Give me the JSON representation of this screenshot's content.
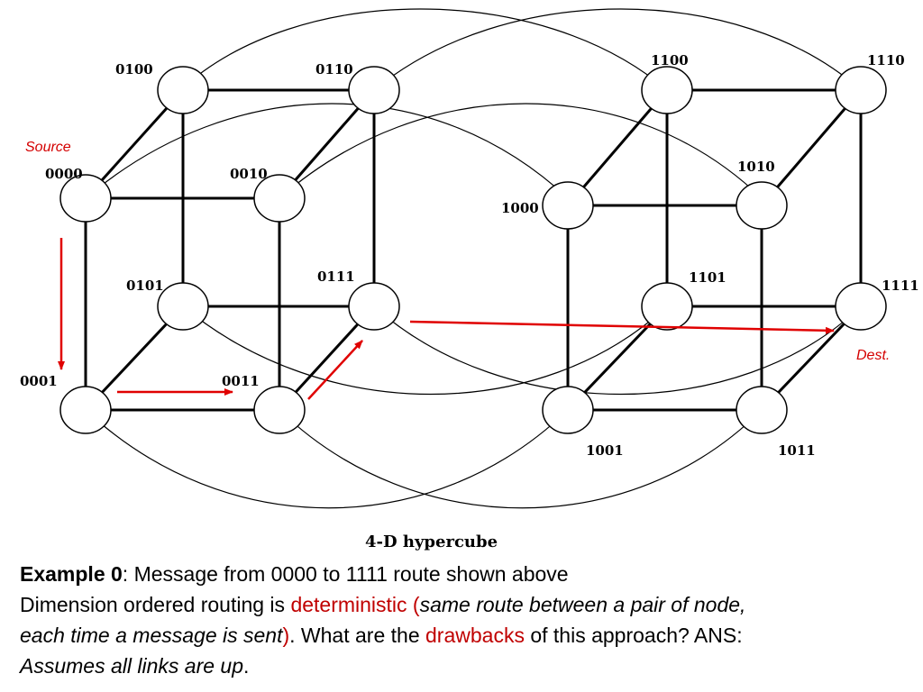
{
  "diagram": {
    "caption": "4-D hypercube",
    "source_label": "Source",
    "dest_label": "Dest.",
    "node_labels": {
      "n0000": "0000",
      "n0001": "0001",
      "n0010": "0010",
      "n0011": "0011",
      "n0100": "0100",
      "n0101": "0101",
      "n0110": "0110",
      "n0111": "0111",
      "n1000": "1000",
      "n1001": "1001",
      "n1010": "1010",
      "n1011": "1011",
      "n1100": "1100",
      "n1101": "1101",
      "n1110": "1110",
      "n1111": "1111"
    },
    "colors": {
      "route_arrow": "#e00000",
      "label_red": "#d40000"
    }
  },
  "text": {
    "line1_bold": "Example 0",
    "line1_rest": ":  Message from 0000 to 1111 route shown above",
    "line2_a": "Dimension ordered routing is ",
    "line2_red": "deterministic (",
    "line2_italic": "same route between a pair of node,",
    "line3_italic": "each time a message is sent",
    "line3_red": ")",
    "line3_b": ".  What are the ",
    "line3_red2": "drawbacks",
    "line3_c": " of this approach? ANS:",
    "line4_italic": "Assumes all links are up",
    "line4_end": "."
  }
}
